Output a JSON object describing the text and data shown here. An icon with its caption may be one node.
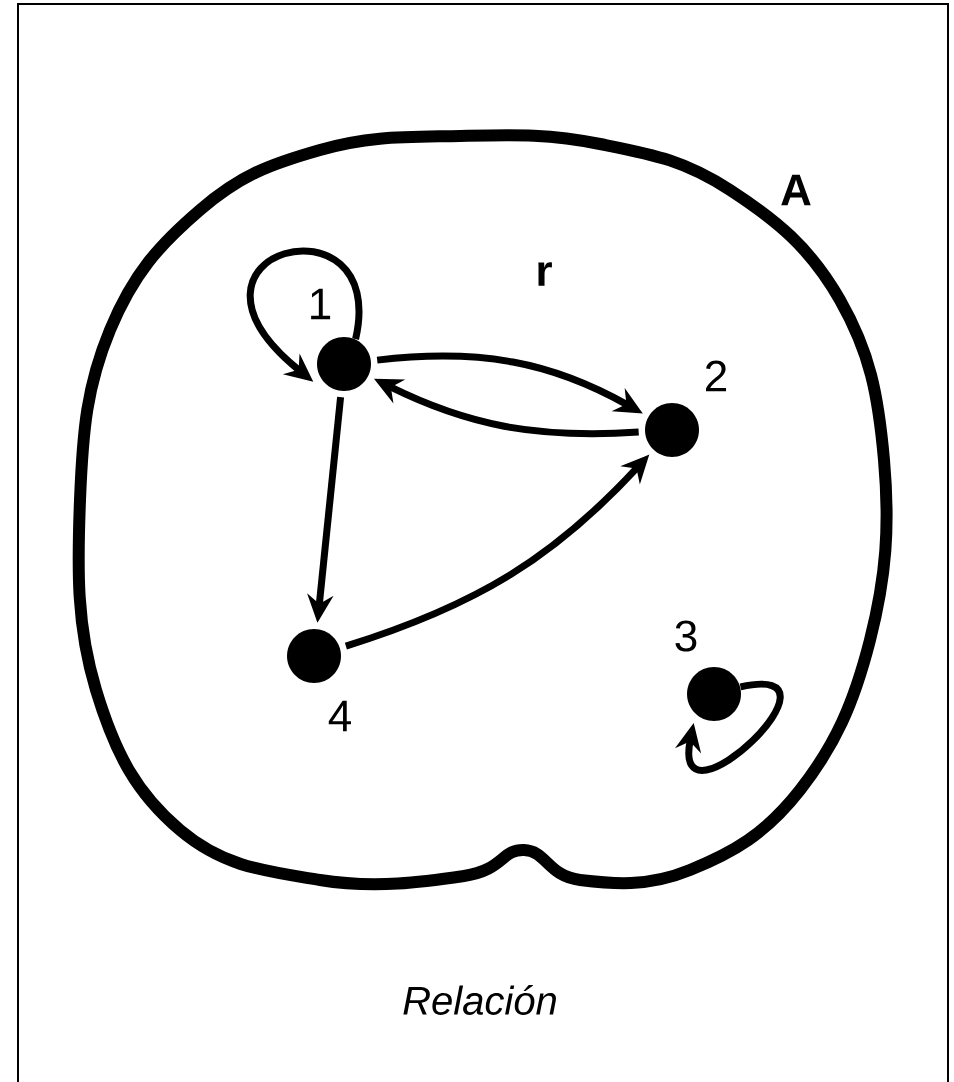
{
  "diagram": {
    "caption": "Relación",
    "nodes": [
      {
        "text": [
          "A"
        ]
      },
      {
        "text": [],
        "shape": "circle",
        "beside": [
          "1"
        ],
        "in": 0
      },
      {
        "text": [],
        "shape": "circle",
        "beside": [
          "2"
        ],
        "in": 0
      },
      {
        "text": [],
        "shape": "circle",
        "beside": [
          "3"
        ],
        "in": 0
      },
      {
        "text": [],
        "shape": "circle",
        "beside": [
          "4"
        ],
        "in": 0
      }
    ],
    "edges": [
      {
        "from": 1,
        "to": 1,
        "arrow": "to"
      },
      {
        "from": 1,
        "to": 2,
        "arrow": "to"
      },
      {
        "from": 2,
        "to": 1,
        "arrow": "to"
      },
      {
        "from": 1,
        "to": 4,
        "arrow": "to"
      },
      {
        "from": 4,
        "to": 2,
        "arrow": "to"
      },
      {
        "from": 3,
        "to": 3,
        "arrow": "to"
      }
    ],
    "labels": [
      "r"
    ]
  }
}
